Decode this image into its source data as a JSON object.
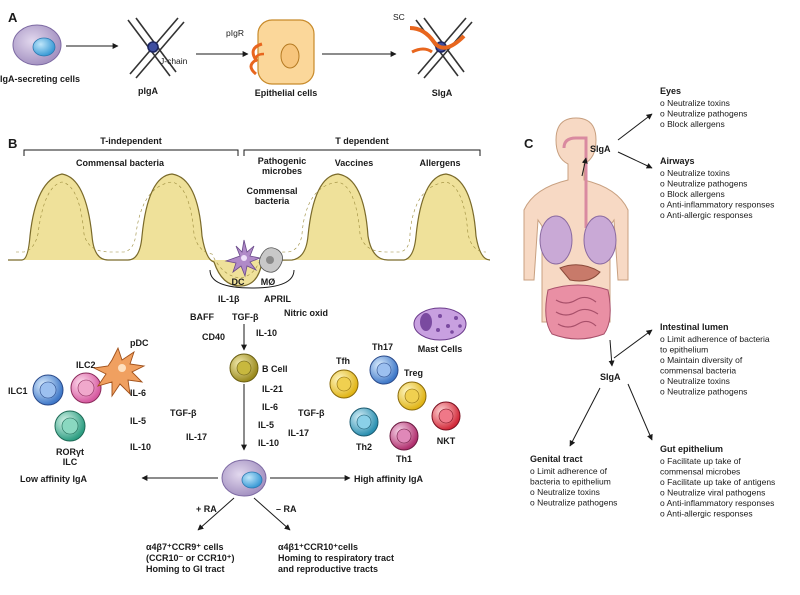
{
  "panel_a": {
    "letter": "A",
    "iga_secreting_cells": "IgA-secreting cells",
    "pigA": "pIgA",
    "j_chain": "J-chain",
    "pigR": "pIgR",
    "epithelial_cells": "Epithelial cells",
    "sc": "SC",
    "sigA": "SIgA"
  },
  "panel_b": {
    "letter": "B",
    "t_independent": "T-independent",
    "t_dependent": "T dependent",
    "commensal_bacteria": "Commensal bacteria",
    "pathogenic_1": "Pathogenic",
    "pathogenic_2": "microbes",
    "vaccines": "Vaccines",
    "allergens": "Allergens",
    "commensal2_1": "Commensal",
    "commensal2_2": "bacteria",
    "dc": "DC",
    "mo": "MØ",
    "il1b": "IL-1β",
    "april": "APRIL",
    "baff": "BAFF",
    "tgfb_top": "TGF-β",
    "nitric": "Nitric oxid",
    "cd40": "CD40",
    "il10_top": "IL-10",
    "b_cell": "B Cell",
    "ilc1": "ILC1",
    "ilc2": "ILC2",
    "pdc": "pDC",
    "roryt": "RORγt",
    "ilc": "ILC",
    "left_cytokines": [
      "IL-6",
      "TGF-β",
      "IL-5",
      "IL-17",
      "IL-10"
    ],
    "right_cytokines": [
      "IL-21",
      "IL-6",
      "TGF-β",
      "IL-5",
      "IL-17",
      "IL-10"
    ],
    "tfh": "Tfh",
    "th17": "Th17",
    "treg": "Treg",
    "th2": "Th2",
    "th1": "Th1",
    "nkt": "NKT",
    "mast": "Mast Cells",
    "low_affinity": "Low affinity IgA",
    "high_affinity": "High affinity IgA",
    "plus_ra": "+ RA",
    "minus_ra": "– RA",
    "left_out_1": "α4β7⁺CCR9⁺ cells",
    "left_out_2": "(CCR10⁻ or CCR10⁺)",
    "left_out_3": "Homing to GI tract",
    "right_out_1": "α4β1⁺CCR10⁺cells",
    "right_out_2": "Homing to respiratory tract",
    "right_out_3": "and reproductive tracts"
  },
  "panel_c": {
    "letter": "C",
    "siga_top": "SIgA",
    "siga_mid": "SIgA",
    "eyes": {
      "title": "Eyes",
      "items": [
        "o Neutralize toxins",
        "o Neutralize pathogens",
        "o Block allergens"
      ]
    },
    "airways": {
      "title": "Airways",
      "items": [
        "o Neutralize toxins",
        "o Neutralize pathogens",
        "o Block allergens",
        "o Anti-inflammatory responses",
        "o Anti-allergic responses"
      ]
    },
    "intestinal": {
      "title": "Intestinal lumen",
      "items": [
        "o Limit adherence of bacteria",
        "   to epithelium",
        "o Maintain diversity of",
        "   commensal bacteria",
        "o Neutralize toxins",
        "o Neutralize pathogens"
      ]
    },
    "genital": {
      "title": "Genital tract",
      "items": [
        "o Limit adherence of",
        "   bacteria to epithelium",
        "o Neutralize toxins",
        "o Neutralize pathogens"
      ]
    },
    "gut": {
      "title": "Gut epithelium",
      "items": [
        "o Facilitate up take of",
        "   commensal microbes",
        "o Facilitate up take of antigens",
        "o Neutralize viral pathogens",
        "o Anti-inflammatory responses",
        "o Anti-allergic responses"
      ]
    }
  },
  "colors": {
    "villus_fill": "#efe19a",
    "villus_stroke": "#7a6a2a",
    "pigR_orange": "#e8661e",
    "epithelial_fill": "#fbd79a",
    "plasma_purple": "#b7a6cf",
    "nucleus_blue": "#5fb7e6",
    "body_skin": "#f7d9c4",
    "lung": "#c9a9d6",
    "intestine": "#e98fa4"
  }
}
